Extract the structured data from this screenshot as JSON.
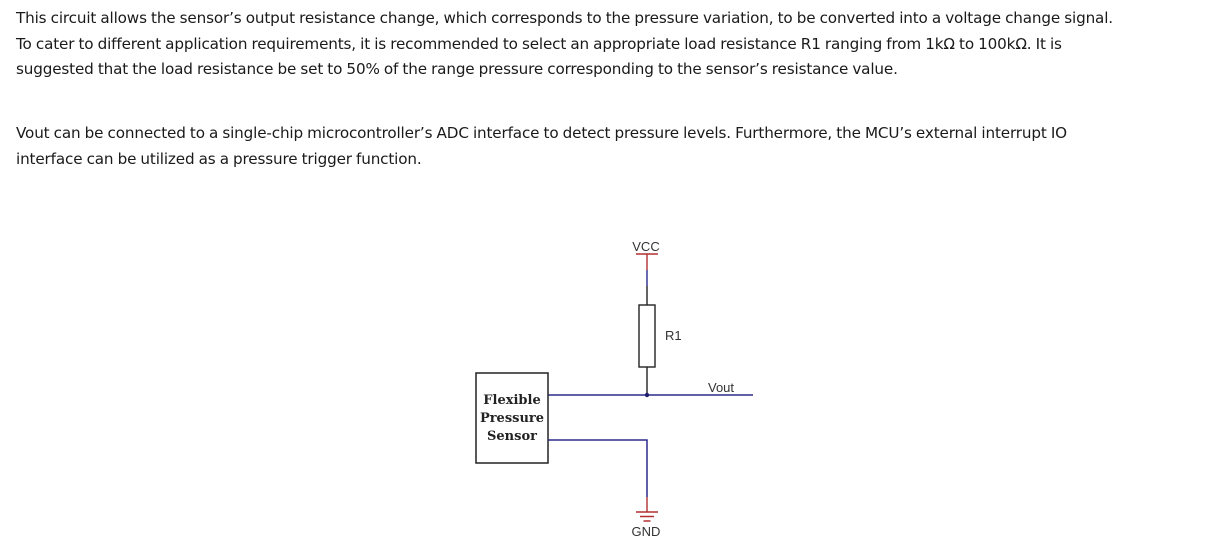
{
  "paragraphs": [
    {
      "lines": [
        "This circuit allows the sensor’s output resistance change, which corresponds to the pressure variation, to be converted into a voltage change signal.",
        "To cater to different application requirements, it is recommended to select an appropriate load resistance R1 ranging from 1kΩ to 100kΩ. It is",
        "suggested that the load resistance be set to 50% of the range pressure corresponding to the sensor’s resistance value."
      ]
    },
    {
      "lines": [
        "Vout can be connected to a single-chip microcontroller’s ADC interface to detect pressure levels. Furthermore, the MCU’s external interrupt IO",
        "interface can be utilized as a pressure trigger function."
      ]
    }
  ],
  "circuit": {
    "vcc_label": "VCC",
    "resistor_label": "R1",
    "output_label": "Vout",
    "ground_label": "GND",
    "sensor_label_lines": [
      "Flexible",
      "Pressure",
      "Sensor"
    ],
    "colors": {
      "wire_blue": "#2b2b8c",
      "wire_black": "#222222",
      "power_red": "#b03030"
    }
  }
}
